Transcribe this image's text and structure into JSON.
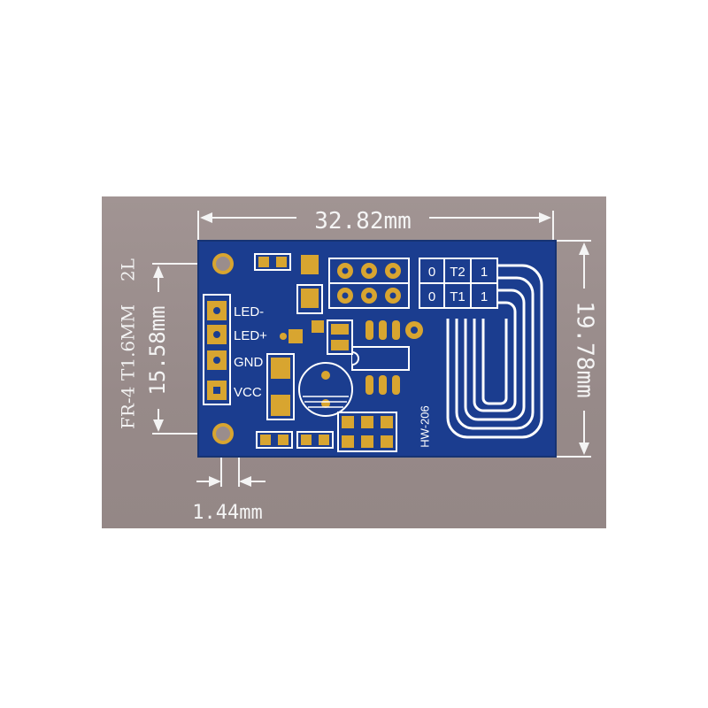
{
  "colors": {
    "background": "#ffffff",
    "panel": "#9a8d8c",
    "pcb": "#1b3d8f",
    "pad": "#d8a530",
    "silkscreen": "#ffffff",
    "dimension": "#f4f4f4"
  },
  "dimensions": {
    "width": "32.82mm",
    "height": "19.78mm",
    "hole_spacing": "15.58mm",
    "hole_offset": "1.44mm"
  },
  "board_spec": {
    "material": "FR-4",
    "thickness": "T1.6MM",
    "layers": "2L"
  },
  "board": {
    "model": "HW-206",
    "pins": [
      "LED-",
      "LED+",
      "GND",
      "VCC"
    ],
    "jumper_row_top": [
      "0",
      "T2",
      "1"
    ],
    "jumper_row_bottom": [
      "0",
      "T1",
      "1"
    ]
  }
}
